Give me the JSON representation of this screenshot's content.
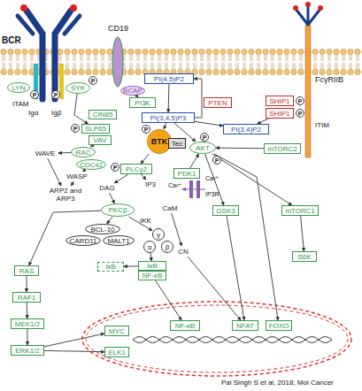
{
  "diagram": {
    "caption": "Pal Singh S et al, 2018, Mol Cancer",
    "nodes": [
      {
        "text": [
          "LYN"
        ]
      },
      {
        "text": [
          "SYK"
        ]
      },
      {
        "text": [
          "P"
        ]
      },
      {
        "text": [
          "P"
        ]
      },
      {
        "text": [
          "P"
        ]
      },
      {
        "text": [
          "BCAP"
        ]
      },
      {
        "text": [
          "PI(4,5)P2"
        ]
      },
      {
        "text": [
          "PI3K"
        ]
      },
      {
        "text": [
          "PTEN"
        ]
      },
      {
        "text": [
          "PI(3,4,5)P3"
        ]
      },
      {
        "text": [
          "SHIP1"
        ]
      },
      {
        "text": [
          "SHIP1"
        ]
      },
      {
        "text": [
          "P"
        ]
      },
      {
        "text": [
          "P"
        ]
      },
      {
        "text": [
          "PI(3,4)P2"
        ]
      },
      {
        "text": [
          "CIN85"
        ]
      },
      {
        "text": [
          "SLP65"
        ]
      },
      {
        "text": [
          "P"
        ]
      },
      {
        "text": [
          "VAV"
        ]
      },
      {
        "text": [
          "BTK"
        ]
      },
      {
        "text": [
          "Tec"
        ]
      },
      {
        "text": [
          "P"
        ]
      },
      {
        "text": [
          "mTORC2"
        ]
      },
      {
        "text": [
          "AKT"
        ]
      },
      {
        "text": [
          "P"
        ]
      },
      {
        "text": [
          "P"
        ]
      },
      {
        "text": [
          "RAC"
        ]
      },
      {
        "text": [
          "CDC42"
        ]
      },
      {
        "text": [
          "WAVE"
        ]
      },
      {
        "text": [
          "WASP"
        ]
      },
      {
        "text": [
          "ARP2 and ARP3"
        ]
      },
      {
        "text": [
          "PLCγ2"
        ]
      },
      {
        "text": [
          "P"
        ]
      },
      {
        "text": [
          "PDK1"
        ]
      },
      {
        "text": [
          "IP3"
        ]
      },
      {
        "text": [
          "DAG"
        ]
      },
      {
        "text": [
          "CaM"
        ]
      },
      {
        "text": [
          "GSK3"
        ]
      },
      {
        "text": [
          "mTORC1"
        ]
      },
      {
        "text": [
          "PKCβ"
        ]
      },
      {
        "text": [
          "BCL-10"
        ]
      },
      {
        "text": [
          "CARD11"
        ]
      },
      {
        "text": [
          "MALT1"
        ]
      },
      {
        "text": [
          "γ"
        ]
      },
      {
        "text": [
          "α"
        ]
      },
      {
        "text": [
          "β"
        ]
      },
      {
        "text": [
          "CN"
        ]
      },
      {
        "text": [
          "IκB"
        ]
      },
      {
        "text": [
          "NF-κB"
        ]
      },
      {
        "text": [
          "IκB"
        ]
      },
      {
        "text": [
          "S6K"
        ]
      },
      {
        "text": [
          "RAS"
        ]
      },
      {
        "text": [
          "RAF1"
        ]
      },
      {
        "text": [
          "MEK1/2"
        ]
      },
      {
        "text": [
          "ERK1/2"
        ]
      },
      {
        "text": [
          "MYC"
        ]
      },
      {
        "text": [
          "NF-κB"
        ]
      },
      {
        "text": [
          "NFAT"
        ]
      },
      {
        "text": [
          "FOXO"
        ]
      },
      {
        "text": [
          "ELK1"
        ]
      }
    ],
    "edges": [
      {
        "from": 1,
        "to": 16,
        "arrow": "to"
      },
      {
        "from": 5,
        "to": 7,
        "arrow": "to"
      },
      {
        "from": 6,
        "to": 9,
        "arrow": "to"
      },
      {
        "from": 9,
        "to": 6,
        "arrow": "to"
      },
      {
        "from": 9,
        "to": 14,
        "arrow": "to"
      },
      {
        "from": 11,
        "to": 14,
        "arrow": "to"
      },
      {
        "from": 9,
        "to": 19,
        "arrow": "to"
      },
      {
        "from": 9,
        "to": 23,
        "arrow": "to"
      },
      {
        "from": 22,
        "to": 23,
        "arrow": "to"
      },
      {
        "from": 33,
        "to": 23,
        "arrow": "to"
      },
      {
        "from": 19,
        "to": 31,
        "arrow": "to"
      },
      {
        "from": 18,
        "to": 26,
        "arrow": "to"
      },
      {
        "from": 26,
        "to": 28,
        "arrow": "to"
      },
      {
        "from": 27,
        "to": 29,
        "arrow": "to"
      },
      {
        "from": 28,
        "to": 30,
        "arrow": "to"
      },
      {
        "from": 29,
        "to": 30,
        "arrow": "to"
      },
      {
        "from": 31,
        "to": 34,
        "arrow": "to"
      },
      {
        "from": 31,
        "to": 35,
        "arrow": "to"
      },
      {
        "from": 35,
        "to": 39,
        "arrow": "to"
      },
      {
        "from": 36,
        "to": 46,
        "arrow": "to"
      },
      {
        "from": 23,
        "to": 37,
        "arrow": "to"
      },
      {
        "from": 37,
        "to": 57,
        "arrow": "to"
      },
      {
        "from": 23,
        "to": 38,
        "arrow": "to"
      },
      {
        "from": 38,
        "to": 50,
        "arrow": "to"
      },
      {
        "from": 23,
        "to": 58,
        "arrow": "to"
      },
      {
        "from": 39,
        "to": 40,
        "arrow": "to"
      },
      {
        "from": 39,
        "to": 43,
        "arrow": "to"
      },
      {
        "from": 44,
        "to": 47,
        "arrow": "to"
      },
      {
        "from": 48,
        "to": 56,
        "arrow": "to"
      },
      {
        "from": 47,
        "to": 49,
        "arrow": "to"
      },
      {
        "from": 46,
        "to": 57,
        "arrow": "to"
      },
      {
        "from": 51,
        "to": 52,
        "arrow": "to"
      },
      {
        "from": 52,
        "to": 53,
        "arrow": "to"
      },
      {
        "from": 53,
        "to": 54,
        "arrow": "to"
      },
      {
        "from": 54,
        "to": 55,
        "arrow": "to"
      },
      {
        "from": 54,
        "to": 59,
        "arrow": "to"
      },
      {
        "from": 39,
        "to": 51,
        "arrow": "to"
      }
    ],
    "labels": [
      "BCR",
      "CD19",
      "FcγRIIB",
      "ITAM",
      "Igα",
      "Igβ",
      "ITIM",
      "IKK",
      "Ca²⁺",
      "Ca²⁺",
      "IP3R"
    ]
  }
}
